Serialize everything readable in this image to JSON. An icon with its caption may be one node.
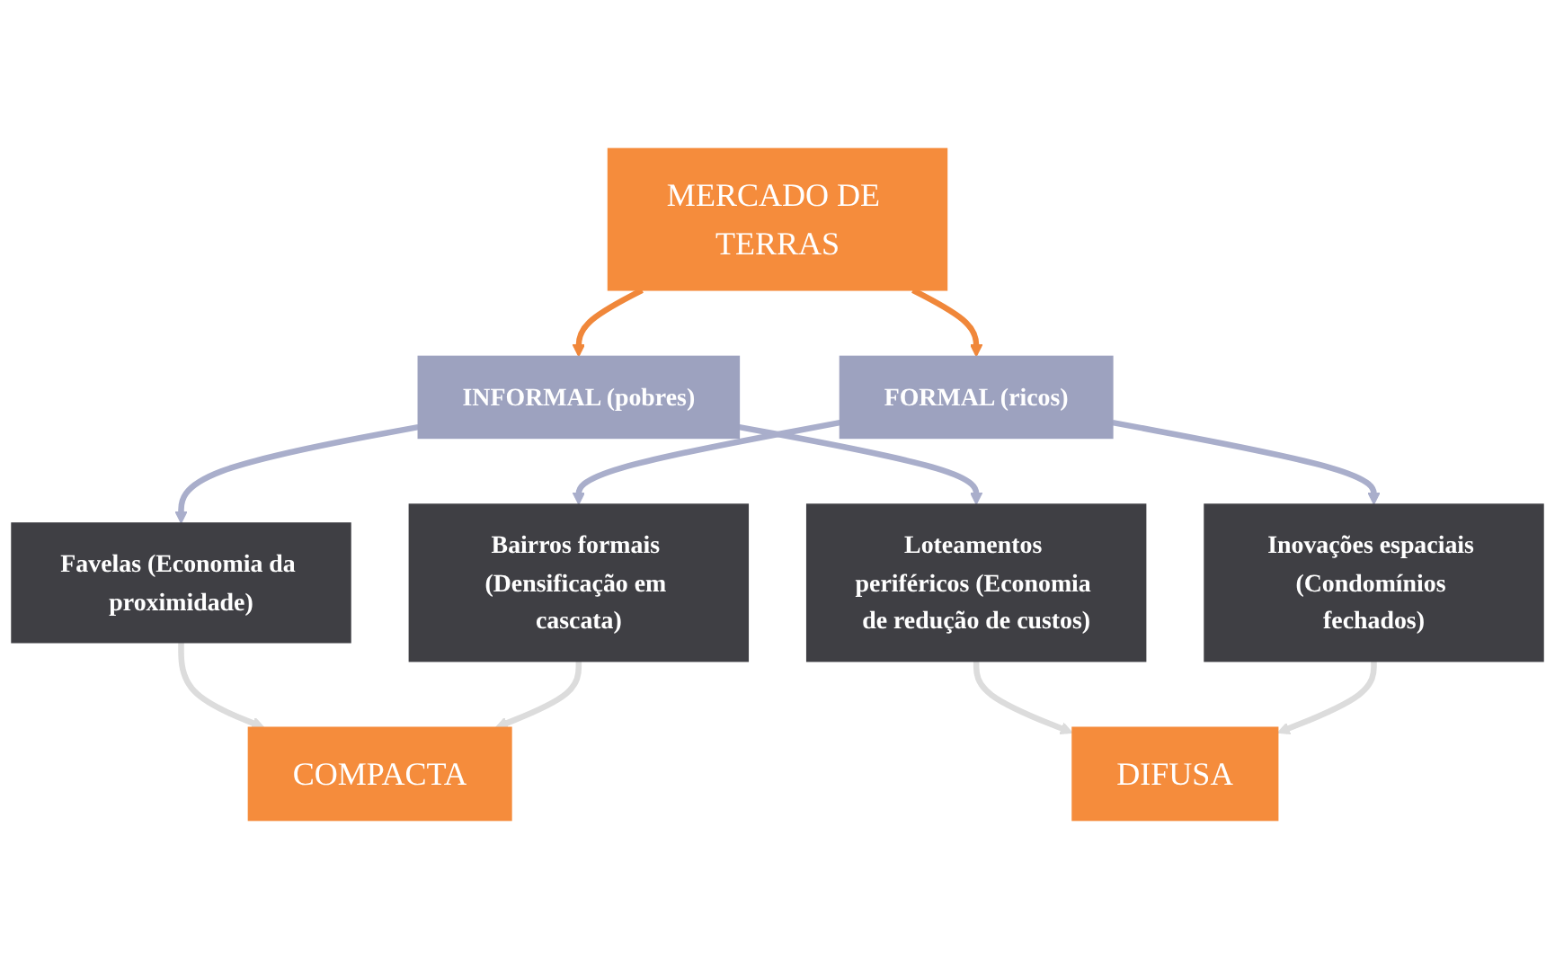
{
  "diagram": {
    "nodes": [
      {
        "text": [
          "Favelas (Economia da proximidade)"
        ]
      },
      {
        "text": [
          "COMPACTA"
        ]
      },
      {
        "text": [
          "Bairros formais (Densificação em cascata)"
        ]
      },
      {
        "text": [
          "INFORMAL (pobres)"
        ]
      },
      {
        "text": [
          "MERCADO DE TERRAS"
        ]
      },
      {
        "text": [
          "FORMAL (ricos)"
        ]
      },
      {
        "text": [
          "Loteamentos periféricos (Economia de redução de custos)"
        ]
      },
      {
        "text": [
          "DIFUSA"
        ]
      },
      {
        "text": [
          "Inovações espaciais (Condomínios fechados)"
        ]
      }
    ],
    "edges": [
      {
        "from": 4,
        "to": 3,
        "arrow": "to",
        "color": "#f0873a"
      },
      {
        "from": 4,
        "to": 5,
        "arrow": "to",
        "color": "#f0873a"
      },
      {
        "from": 3,
        "to": 0,
        "arrow": "to"
      },
      {
        "from": 3,
        "to": 6,
        "arrow": "to"
      },
      {
        "from": 5,
        "to": 2,
        "arrow": "to"
      },
      {
        "from": 5,
        "to": 8,
        "arrow": "to"
      },
      {
        "from": 0,
        "to": 1,
        "arrow": "to",
        "color": "#dcdcdc"
      },
      {
        "from": 2,
        "to": 1,
        "arrow": "to",
        "color": "#dcdcdc"
      },
      {
        "from": 6,
        "to": 7,
        "arrow": "to",
        "color": "#dcdcdc"
      },
      {
        "from": 8,
        "to": 7,
        "arrow": "to",
        "color": "#dcdcdc"
      }
    ]
  }
}
